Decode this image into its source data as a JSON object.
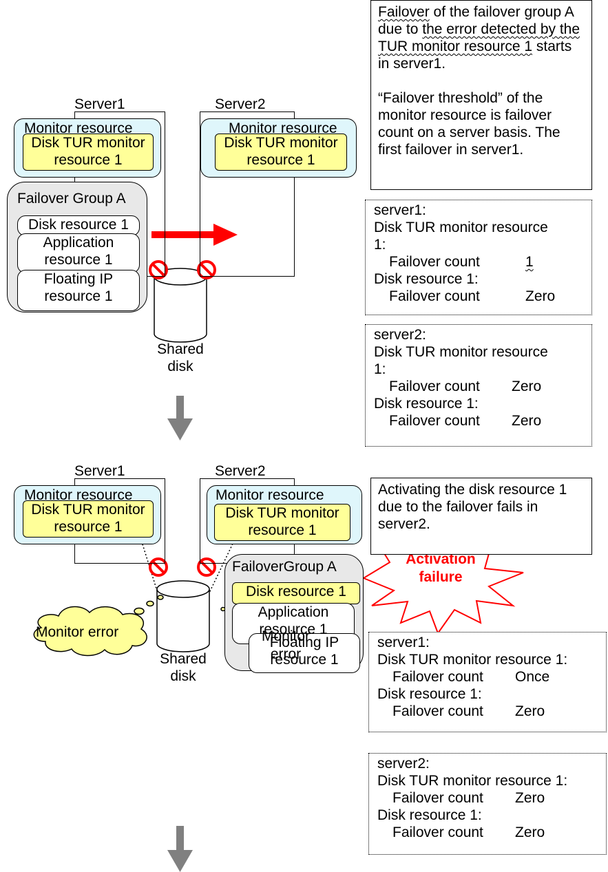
{
  "colors": {
    "monitor_bg": "#dff6fb",
    "monitor_item_bg": "#ffff99",
    "group_bg": "#e8e8e8",
    "arrow_red": "#ff0000",
    "down_arrow": "#808080",
    "error_cloud": "#ffff99",
    "burst_text": "#ff0000"
  },
  "icons": [
    "prohibited-icon",
    "red-arrow-right",
    "down-arrow",
    "starburst",
    "cloud",
    "cylinder-disk"
  ],
  "top": {
    "server1_label": "Server1",
    "server2_label": "Server2",
    "monitor_resource": "Monitor resource",
    "disk_tur_line1": "Disk TUR monitor",
    "disk_tur_line2": "resource 1",
    "group_label": "Failover Group A",
    "disk_resource": "Disk resource 1",
    "app_line1": "Application",
    "app_line2": "resource 1",
    "fip_line1": "Floating IP",
    "fip_line2": "resource 1",
    "shared_disk_line1": "Shared",
    "shared_disk_line2": "disk",
    "note": {
      "p1_a": "Failover",
      "p1_b": " of the failover group A due to ",
      "p1_c": "the error detected by the TUR monitor resource 1",
      "p1_d": " starts in server1.",
      "p2": "“Failover threshold” of the monitor resource is failover count on a server basis. The first failover in server1."
    },
    "server1_box": {
      "title": "server1:",
      "mon_line": "Disk TUR monitor resource",
      "mon_line_cont": "1:",
      "count_label": "Failover count",
      "mon_count": "1",
      "disk_line": "Disk resource 1:",
      "disk_count": "Zero"
    },
    "server2_box": {
      "title": "server2:",
      "mon_line": "Disk TUR monitor resource",
      "mon_line_cont": "1:",
      "count_label": "Failover count",
      "mon_count": "Zero",
      "disk_line": "Disk resource 1:",
      "disk_count": "Zero"
    }
  },
  "bottom": {
    "server1_label": "Server1",
    "server2_label": "Server2",
    "monitor_resource": "Monitor resource",
    "disk_tur_line1": "Disk TUR monitor",
    "disk_tur_line2": "resource 1",
    "group_label": "FailoverGroup A",
    "disk_resource": "Disk resource 1",
    "app_line1": "Application",
    "app_line2": "resource 1",
    "fip_line1": "Floating IP",
    "fip_line2": "resource 1",
    "shared_disk_line1": "Shared",
    "shared_disk_line2": "disk",
    "monitor_error_left": "Monitor error",
    "monitor_error_right_line1": "Monitor",
    "monitor_error_right_line2": "error",
    "activation_line1": "Activation",
    "activation_line2": "failure",
    "note": "Activating the disk resource 1 due to the failover fails in server2.",
    "server1_box": {
      "title": "server1:",
      "mon_line": "Disk TUR monitor resource 1:",
      "count_label": "Failover count",
      "mon_count": "Once",
      "disk_line": "Disk resource 1:",
      "disk_count": "Zero"
    },
    "server2_box": {
      "title": "server2:",
      "mon_line": "Disk TUR monitor resource 1:",
      "count_label": "Failover count",
      "mon_count": "Zero",
      "disk_line": "Disk resource 1:",
      "disk_count": "Zero"
    }
  }
}
